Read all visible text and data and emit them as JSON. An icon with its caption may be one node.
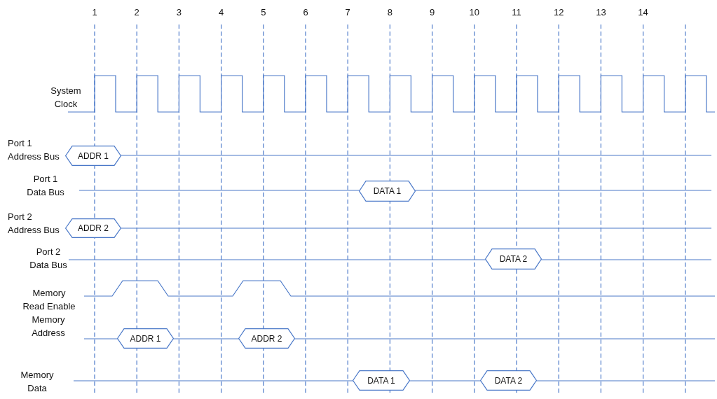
{
  "diagram": {
    "nodes": [
      {
        "text": [
          "ADDR 1"
        ]
      },
      {
        "text": [
          "DATA 1"
        ]
      },
      {
        "text": [
          "ADDR 2"
        ]
      },
      {
        "text": [
          "DATA 2"
        ]
      },
      {
        "text": [
          "ADDR 1"
        ]
      },
      {
        "text": [
          "ADDR 2"
        ]
      },
      {
        "text": [
          "DATA 1"
        ]
      },
      {
        "text": [
          "DATA 2"
        ]
      }
    ],
    "edges": [],
    "labels": [
      "1",
      "2",
      "3",
      "4",
      "5",
      "6",
      "7",
      "8",
      "9",
      "10",
      "11",
      "12",
      "13",
      "14",
      "System Clock",
      "Port 1 Address Bus",
      "Port 1 Data Bus",
      "Port 2 Address Bus",
      "Port 2 Data Bus",
      "Memory Read Enable",
      "Memory Address",
      "Memory Data"
    ]
  }
}
